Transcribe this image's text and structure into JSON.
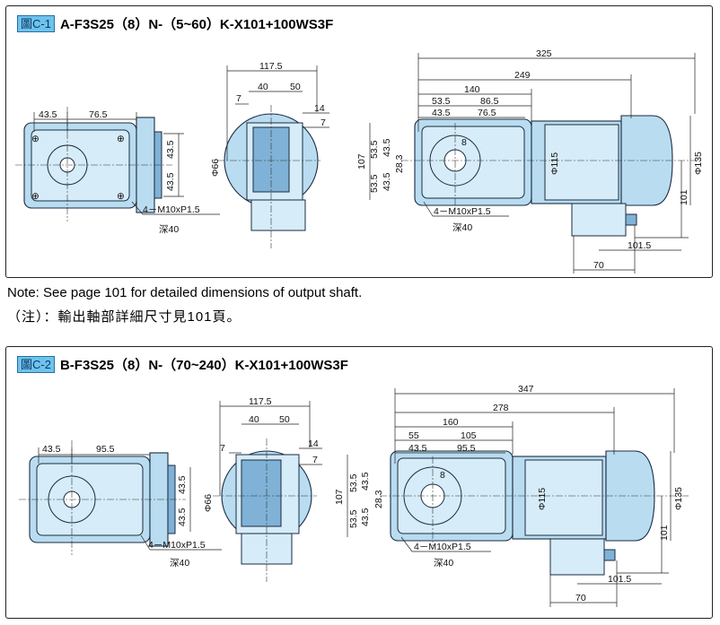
{
  "figures": [
    {
      "tag": "圖C-1",
      "title": "A-F3S25（8）N-（5~60）K-X101+100WS3F",
      "front_view": {
        "dim_a": "43.5",
        "dim_b": "76.5",
        "dim_h1": "43.5",
        "dim_h2": "43.5",
        "bolt_note": "4－M10xP1.5",
        "depth_note": "深40"
      },
      "side_view": {
        "dim_width": "117.5",
        "dim_40": "40",
        "dim_50": "50",
        "dim_7a": "7",
        "dim_14": "14",
        "dim_7b": "7",
        "dim_dia": "Φ66"
      },
      "motor_view": {
        "dim_total": "325",
        "dim_249": "249",
        "dim_140": "140",
        "dim_53_5": "53.5",
        "dim_86_5": "86.5",
        "dim_43_5": "43.5",
        "dim_76_5": "76.5",
        "dim_107": "107",
        "v_53_5a": "53.5",
        "v_53_5b": "53.5",
        "v_43_5a": "43.5",
        "v_43_5b": "43.5",
        "v_28_3": "28.3",
        "dim_8": "8",
        "dim_phi115": "Φ115",
        "dim_phi135": "Φ135",
        "dim_101": "101",
        "dim_101_5": "101.5",
        "dim_70": "70",
        "bolt_note": "4－M10xP1.5",
        "depth_note": "深40"
      }
    },
    {
      "tag": "圖C-2",
      "title": "B-F3S25（8）N-（70~240）K-X101+100WS3F",
      "front_view": {
        "dim_a": "43.5",
        "dim_b": "95.5",
        "dim_h1": "43.5",
        "dim_h2": "43.5",
        "bolt_note": "4－M10xP1.5",
        "depth_note": "深40"
      },
      "side_view": {
        "dim_width": "117.5",
        "dim_40": "40",
        "dim_50": "50",
        "dim_7a": "7",
        "dim_14": "14",
        "dim_7b": "7",
        "dim_dia": "Φ66"
      },
      "motor_view": {
        "dim_total": "347",
        "dim_278": "278",
        "dim_160": "160",
        "dim_55": "55",
        "dim_105": "105",
        "dim_43_5": "43.5",
        "dim_95_5": "95.5",
        "dim_107": "107",
        "v_53_5a": "53.5",
        "v_53_5b": "53.5",
        "v_43_5a": "43.5",
        "v_43_5b": "43.5",
        "v_28_3": "28.3",
        "dim_8": "8",
        "dim_phi115": "Φ115",
        "dim_phi135": "Φ135",
        "dim_101": "101",
        "dim_101_5": "101.5",
        "dim_70": "70",
        "bolt_note": "4－M10xP1.5",
        "depth_note": "深40"
      }
    }
  ],
  "notes": {
    "en": "Note: See page 101 for detailed dimensions of output shaft.",
    "zh": "（注）：輸出軸部詳細尺寸見101頁。"
  },
  "colors": {
    "body": "#b9dcf0",
    "tag": "#6ec3ec",
    "outline": "#1b2b40"
  }
}
